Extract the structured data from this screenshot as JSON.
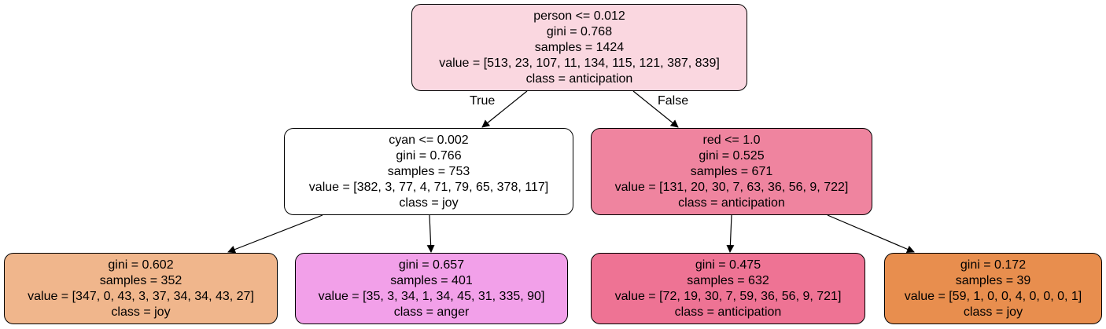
{
  "tree": {
    "root": {
      "lines": [
        "person <= 0.012",
        "gini = 0.768",
        "samples = 1424",
        "value = [513, 23, 107, 11, 134, 115, 121, 387, 839]",
        "class = anticipation"
      ],
      "fill": "#fad7e0"
    },
    "left": {
      "lines": [
        "cyan <= 0.002",
        "gini = 0.766",
        "samples = 753",
        "value = [382, 3, 77, 4, 71, 79, 65, 378, 117]",
        "class = joy"
      ],
      "fill": "#ffffff"
    },
    "right": {
      "lines": [
        "red <= 1.0",
        "gini = 0.525",
        "samples = 671",
        "value = [131, 20, 30, 7, 63, 36, 56, 9, 722]",
        "class = anticipation"
      ],
      "fill": "#ef849f"
    },
    "left_left": {
      "lines": [
        "gini = 0.602",
        "samples = 352",
        "value = [347, 0, 43, 3, 37, 34, 34, 43, 27]",
        "class = joy"
      ],
      "fill": "#f0b68c"
    },
    "left_right": {
      "lines": [
        "gini = 0.657",
        "samples = 401",
        "value = [35, 3, 34, 1, 34, 45, 31, 335, 90]",
        "class = anger"
      ],
      "fill": "#f2a0e9"
    },
    "right_left": {
      "lines": [
        "gini = 0.475",
        "samples = 632",
        "value = [72, 19, 30, 7, 59, 36, 56, 9, 721]",
        "class = anticipation"
      ],
      "fill": "#ee7394"
    },
    "right_right": {
      "lines": [
        "gini = 0.172",
        "samples = 39",
        "value = [59, 1, 0, 0, 4, 0, 0, 0, 1]",
        "class = joy"
      ],
      "fill": "#e88e4e"
    }
  },
  "edge_labels": {
    "true_label": "True",
    "false_label": "False"
  },
  "edge_color": "#000000"
}
